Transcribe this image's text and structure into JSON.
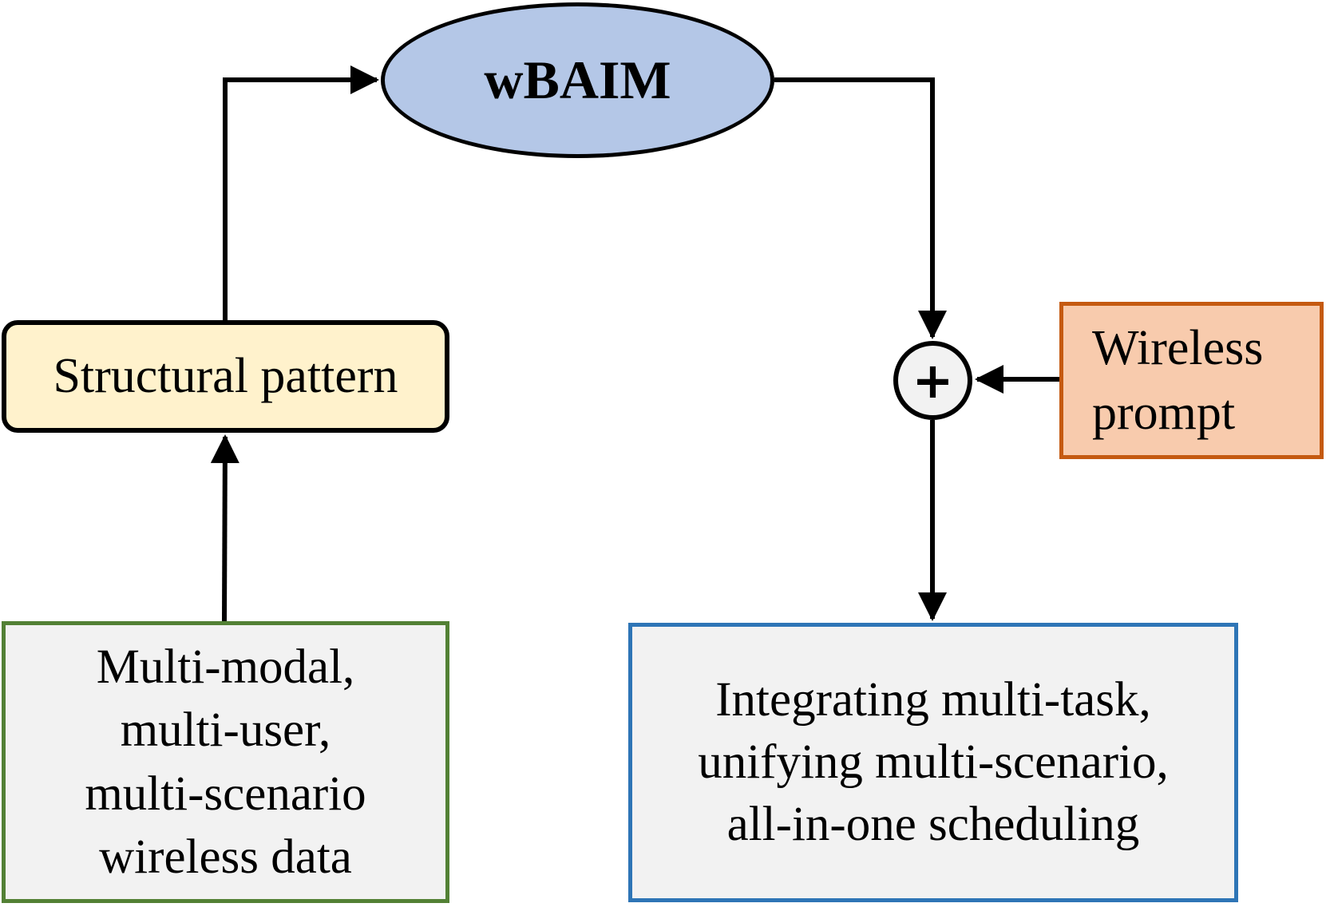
{
  "nodes": {
    "model": "wBAIM",
    "structural": "Structural pattern",
    "data_lines": [
      "Multi-modal,",
      "multi-user,",
      "multi-scenario",
      "wireless data"
    ],
    "prompt_lines": [
      "Wireless",
      "prompt"
    ],
    "result_lines": [
      "Integrating multi-task,",
      "unifying multi-scenario,",
      "all-in-one scheduling"
    ],
    "combine_symbol": "+"
  },
  "colors": {
    "model_fill": "#b4c7e7",
    "structural_fill": "#fff2cc",
    "data_border": "#538135",
    "prompt_fill": "#f8cbad",
    "prompt_border": "#c55a11",
    "result_border": "#2e75b6",
    "box_fill": "#f2f2f2"
  }
}
